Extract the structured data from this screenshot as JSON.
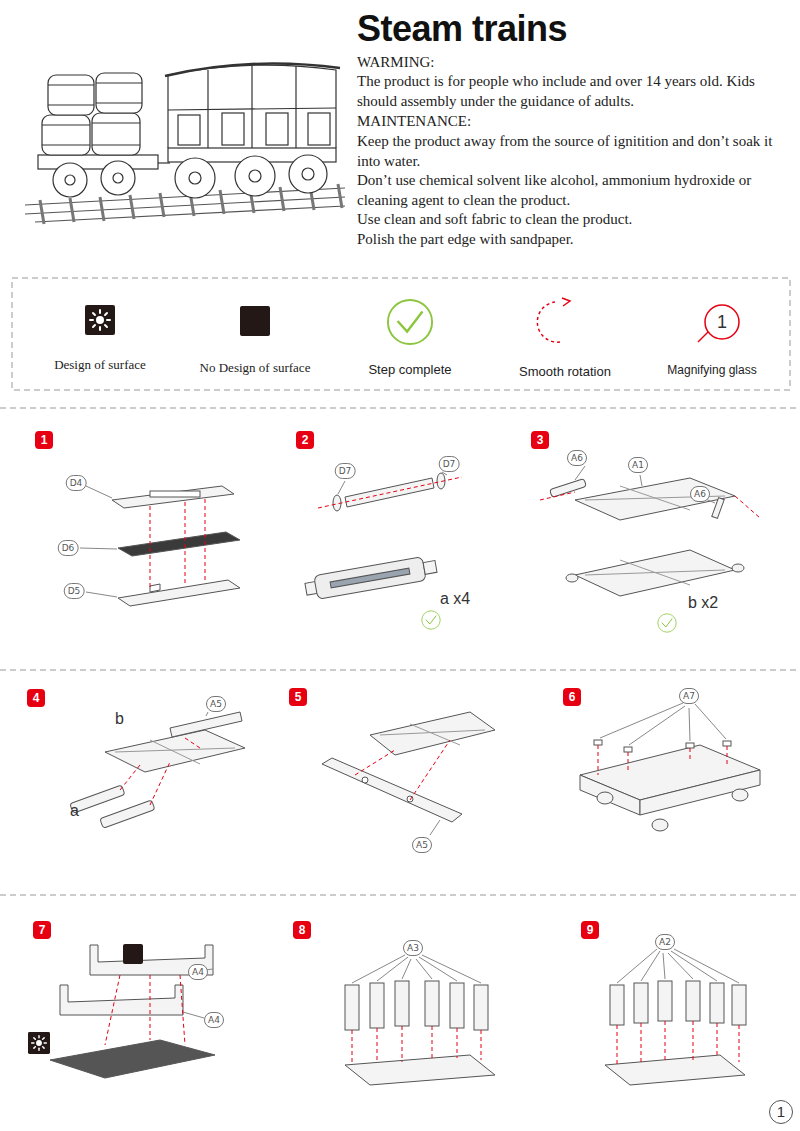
{
  "diagram": {
    "title": "Steam trains",
    "labels": [
      "WARMING:",
      "The product is for people who include and over 14 years old. Kids should assembly under the guidance of adults.",
      "MAINTENANCE:",
      "Keep the product away from the source of ignitition and don’t soak it into water.",
      "Don’t use chemical solvent like alcohol, ammonium hydroxide or cleaning agent to clean the product.",
      "Use clean and soft fabric to clean the product.",
      "Polish the part edge with sandpaper.",
      "1",
      "1",
      "2",
      "3",
      "4",
      "5",
      "6",
      "7",
      "8",
      "9",
      "D4",
      "D6",
      "D5",
      "D7",
      "D7",
      "a x4",
      "A6",
      "A1",
      "A6",
      "b x2",
      "b",
      "A5",
      "a",
      "A5",
      "A7",
      "A4",
      "A4",
      "A3",
      "A2",
      "1"
    ],
    "legend": [
      {
        "text": "Design of surface"
      },
      {
        "text": "No Design of surface",
        "color": "#231815"
      },
      {
        "text": "Step complete"
      },
      {
        "text": "Smooth rotation"
      },
      {
        "text": "Magnifying glass"
      }
    ]
  }
}
